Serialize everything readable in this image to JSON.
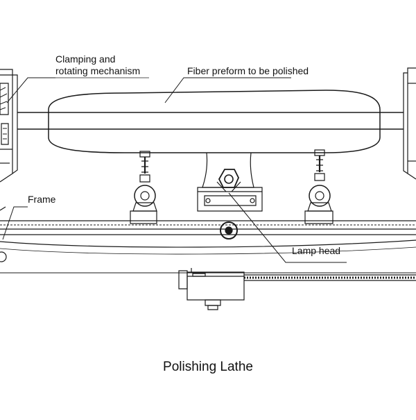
{
  "labels": {
    "clamping_line1": "Clamping and",
    "clamping_line2": "rotating mechanism",
    "preform": "Fiber preform to be polished",
    "frame": "Frame",
    "lamp_head": "Lamp head"
  },
  "caption": "Polishing Lathe",
  "colors": {
    "ink": "#1a1a1a",
    "background": "#ffffff"
  }
}
